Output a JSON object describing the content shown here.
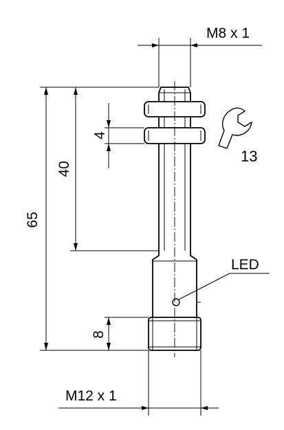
{
  "labels": {
    "top_thread": "M8 x 1",
    "bottom_thread": "M12 x 1",
    "led": "LED",
    "wrench_size": "13"
  },
  "dimensions": {
    "overall_length": "65",
    "thread_length": "40",
    "nut_thickness": "4",
    "connector_length": "8"
  },
  "icons": {
    "wrench": "wrench-icon"
  }
}
